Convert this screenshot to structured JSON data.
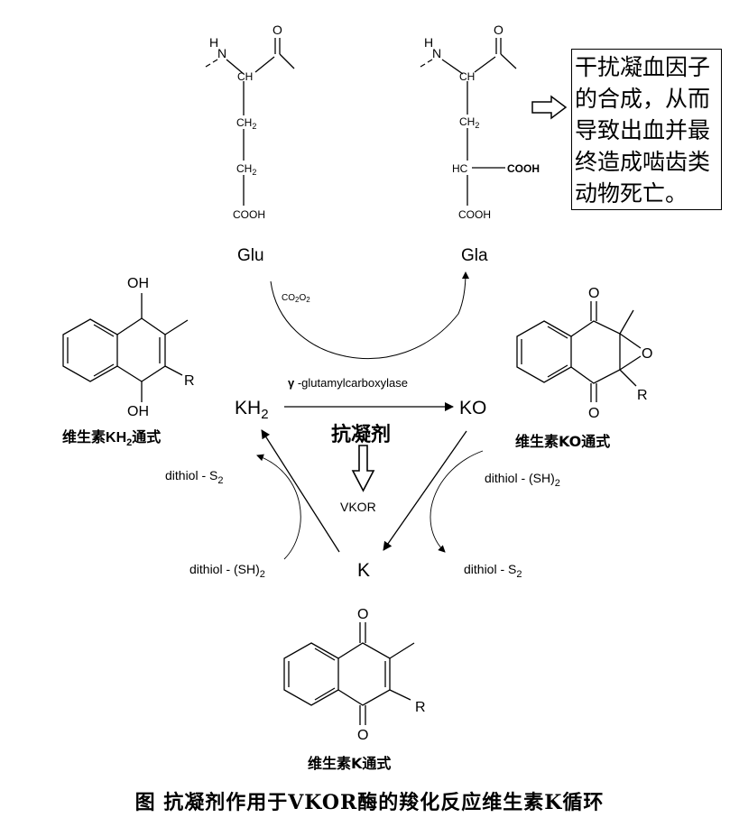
{
  "structures": {
    "glu": {
      "nh": "N",
      "h": "H",
      "o": "O",
      "ch": "CH",
      "ch2_a": "CH",
      "ch2_b": "CH",
      "sub2": "2",
      "cooh": "COOH"
    },
    "gla": {
      "nh": "N",
      "h": "H",
      "o": "O",
      "ch": "CH",
      "ch2": "CH",
      "sub2": "2",
      "hc": "HC",
      "cooh_side": "COOH",
      "cooh": "COOH"
    },
    "kh2": {
      "oh_top": "OH",
      "oh_bottom": "OH",
      "r": "R"
    },
    "ko": {
      "o_top": "O",
      "o_epoxide": "O",
      "o_bottom": "O",
      "r": "R"
    },
    "k": {
      "o_top": "O",
      "o_bottom": "O",
      "r": "R"
    }
  },
  "labels": {
    "glu": "Glu",
    "gla": "Gla",
    "co2_main": "CO",
    "co2_sub": "2",
    "o2_main": "O",
    "o2_sub": "2",
    "gamma": "γ",
    "enzyme": " -glutamylcarboxylase",
    "kh2_main": "KH",
    "kh2_sub": "2",
    "ko": "KO",
    "k": "K",
    "anticoagulant": "抗凝剂",
    "vkor": "VKOR",
    "dithiol_s2_left": "dithiol - S",
    "dithiol_s2_left_sub": "2",
    "dithiol_sh2_left": "dithiol - (SH)",
    "dithiol_sh2_left_sub": "2",
    "dithiol_sh2_right": "dithiol - (SH)",
    "dithiol_sh2_right_sub": "2",
    "dithiol_s2_right": "dithiol - S",
    "dithiol_s2_right_sub": "2",
    "kh2_caption_a": "维生素",
    "kh2_caption_b": "KH",
    "kh2_caption_sub": "2",
    "kh2_caption_c": "通式",
    "ko_caption": "维生素KO通式",
    "k_caption": "维生素K通式"
  },
  "note": {
    "lines": [
      "干扰凝血因子",
      "的合成，从而",
      "导致出血并最",
      "终造成啮齿类",
      "动物死亡。"
    ]
  },
  "caption": "图  抗凝剂作用于VKOR酶的羧化反应维生素K循环"
}
